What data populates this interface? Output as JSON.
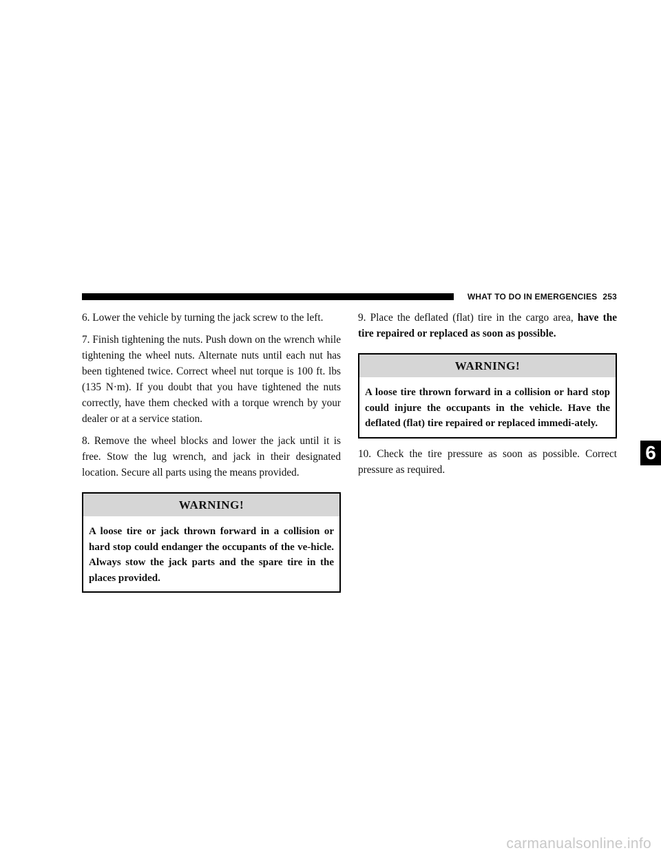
{
  "header": {
    "section_title": "WHAT TO DO IN EMERGENCIES",
    "page_number": "253"
  },
  "left_column": {
    "step6": "6. Lower the vehicle by turning the jack screw to the left.",
    "step7": "7. Finish tightening the nuts. Push down on the wrench while tightening the wheel nuts. Alternate nuts until each nut has been tightened twice. Correct wheel nut torque is 100 ft. lbs (135 N·m). If you doubt that you have tightened the nuts correctly, have them checked with a torque wrench by your dealer or at a service station.",
    "step8": "8. Remove the wheel blocks and lower the jack until it is free. Stow the lug wrench, and jack in their designated location. Secure all parts using the means provided.",
    "warning": {
      "title": "WARNING!",
      "body": "A loose tire or jack thrown forward in a collision or hard stop could endanger the occupants of the ve-hicle. Always stow the jack parts and the spare tire in the places provided."
    }
  },
  "right_column": {
    "step9_text": "9. Place the deflated (flat) tire in the cargo area, ",
    "step9_bold": "have the tire repaired or replaced as soon as possible.",
    "warning": {
      "title": "WARNING!",
      "body": "A loose tire thrown forward in a collision or hard stop could injure the occupants in the vehicle. Have the deflated (flat) tire repaired or replaced immedi-ately."
    },
    "step10": "10. Check the tire pressure as soon as possible. Correct pressure as required."
  },
  "chapter_tab": "6",
  "watermark": "carmanualsonline.info"
}
